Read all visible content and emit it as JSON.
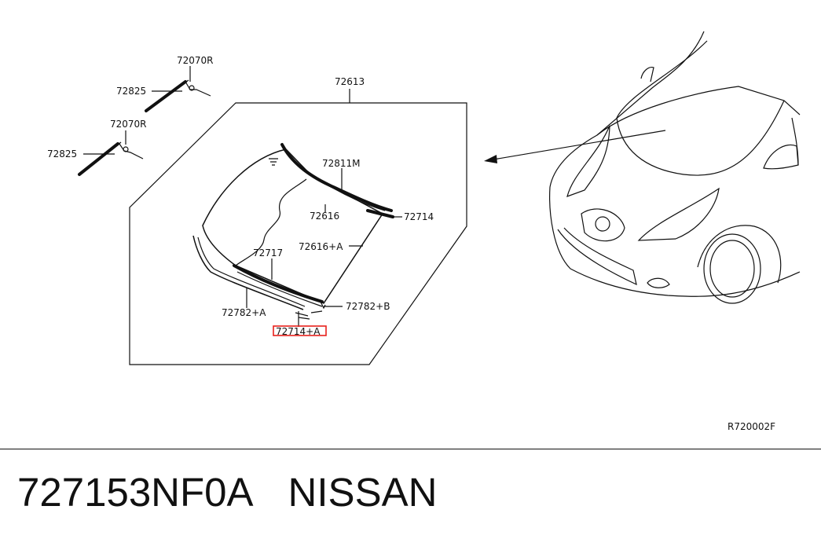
{
  "diagram": {
    "callouts": {
      "p72070r_upper": "72070R",
      "p72825_upper": "72825",
      "p72070r_lower": "72070R",
      "p72825_lower": "72825",
      "p72613": "72613",
      "p72811m": "72811M",
      "p72616": "72616",
      "p72714": "72714",
      "p72717": "72717",
      "p72616a": "72616+A",
      "p72782b": "72782+B",
      "p72782a": "72782+A",
      "p72714a": "72714+A"
    },
    "highlighted_callout": "72714+A",
    "reference_code": "R720002F",
    "highlight_color": "#e8211c"
  },
  "footer": {
    "part_number": "727153NF0A",
    "brand": "NISSAN"
  }
}
